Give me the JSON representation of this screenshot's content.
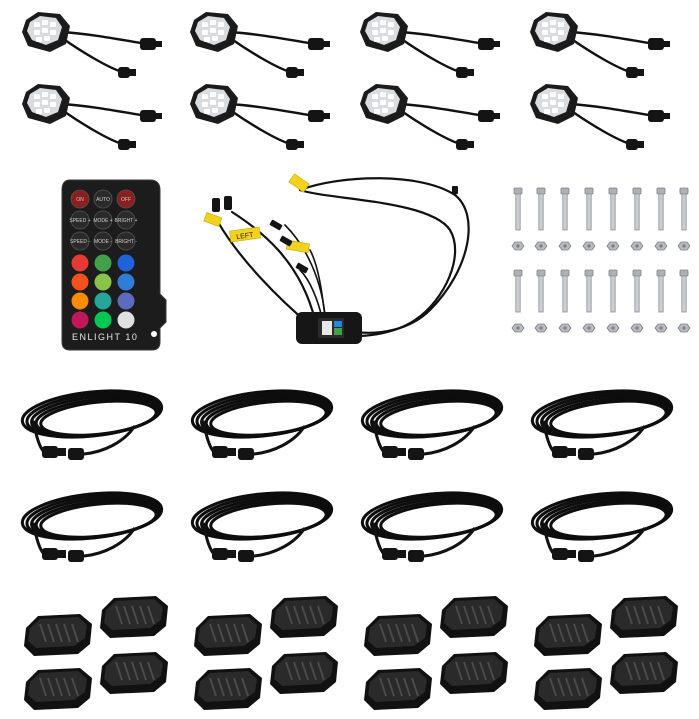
{
  "remote": {
    "top_buttons": [
      "ON",
      "AUTO",
      "OFF"
    ],
    "mid_buttons_row1": [
      "SPEED +",
      "MODE +",
      "BRIGHT +"
    ],
    "mid_buttons_row2": [
      "SPEED -",
      "MODE -",
      "BRIGHT -"
    ],
    "color_buttons": [
      "#e53935",
      "#43a047",
      "#1e63d8",
      "#f4511e",
      "#8bc34a",
      "#2e7dd6",
      "#fb8c00",
      "#26a69a",
      "#5c6bc0",
      "#c2185b",
      "#00c853",
      "#e0e0e0"
    ],
    "brand": "ENLIGHT 10"
  },
  "harness": {
    "left_tag": "LEFT"
  },
  "colors": {
    "background": "#ffffff",
    "rubber": "#111111",
    "lens": "#d9dde2",
    "tag": "#f2d21f",
    "hardware": "#c9ccd0"
  },
  "counts": {
    "rock_light_pods": 8,
    "extension_cables": 8,
    "mounting_pads": 16,
    "bolts": 16,
    "nuts": 16
  }
}
